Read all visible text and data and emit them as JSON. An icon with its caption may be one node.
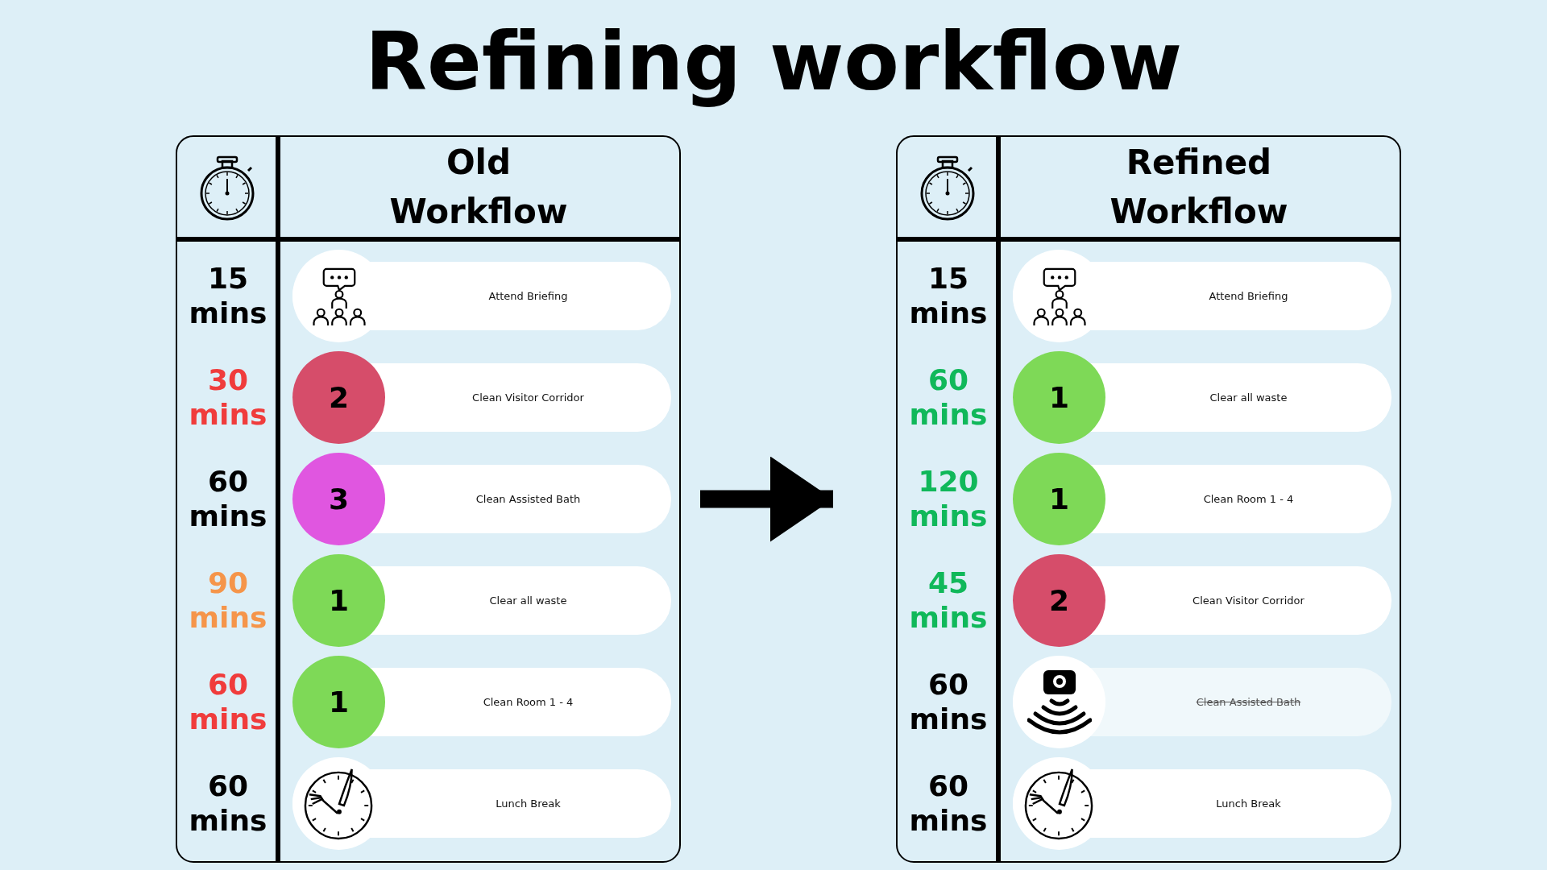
{
  "diagram": {
    "title": "Refining workflow",
    "nodes": [
      {
        "text": [
          "Old Workflow"
        ]
      },
      {
        "text": [],
        "shape": "picture",
        "in": 0
      },
      {
        "text": [
          "Attend Briefing"
        ],
        "beside": [
          "15 mins"
        ],
        "in": 0
      },
      {
        "text": [
          "2"
        ],
        "in": 0
      },
      {
        "text": [
          "Clean Visitor Corridor"
        ],
        "beside": [
          "30 mins"
        ],
        "in": 0
      },
      {
        "text": [
          "3"
        ],
        "in": 0
      },
      {
        "text": [
          "Clean Assisted Bath"
        ],
        "beside": [
          "60 mins"
        ],
        "in": 0
      },
      {
        "text": [
          "1"
        ],
        "in": 0
      },
      {
        "text": [
          "Clear all waste"
        ],
        "beside": [
          "90 mins"
        ],
        "in": 0
      },
      {
        "text": [
          "1"
        ],
        "in": 0
      },
      {
        "text": [
          "Clean Room 1 - 4"
        ],
        "beside": [
          "60 mins"
        ],
        "in": 0
      },
      {
        "text": [],
        "shape": "picture",
        "in": 0
      },
      {
        "text": [
          "Lunch Break"
        ],
        "beside": [
          "60 mins"
        ],
        "in": 0
      },
      {
        "text": [
          "Refined Workflow"
        ]
      },
      {
        "text": [],
        "shape": "picture",
        "in": 13
      },
      {
        "text": [
          "Attend Briefing"
        ],
        "beside": [
          "15 mins"
        ],
        "in": 13
      },
      {
        "text": [
          "1"
        ],
        "in": 13
      },
      {
        "text": [
          "Clear all waste"
        ],
        "beside": [
          "60 mins"
        ],
        "in": 13
      },
      {
        "text": [
          "1"
        ],
        "in": 13
      },
      {
        "text": [
          "Clean Room 1 - 4"
        ],
        "beside": [
          "120 mins"
        ],
        "in": 13
      },
      {
        "text": [
          "2"
        ],
        "in": 13
      },
      {
        "text": [
          "Clean Visitor Corridor"
        ],
        "beside": [
          "45 mins"
        ],
        "in": 13
      },
      {
        "text": [],
        "shape": "picture",
        "in": 13
      },
      {
        "text": [
          "Clean Assisted Bath"
        ],
        "beside": [
          "60 mins"
        ],
        "in": 13
      },
      {
        "text": [],
        "shape": "picture",
        "in": 13
      },
      {
        "text": [
          "Lunch Break"
        ],
        "beside": [
          "60 mins"
        ],
        "in": 13
      }
    ],
    "edges": [
      {
        "from": 0,
        "to": 13,
        "arrow": "to"
      }
    ]
  }
}
